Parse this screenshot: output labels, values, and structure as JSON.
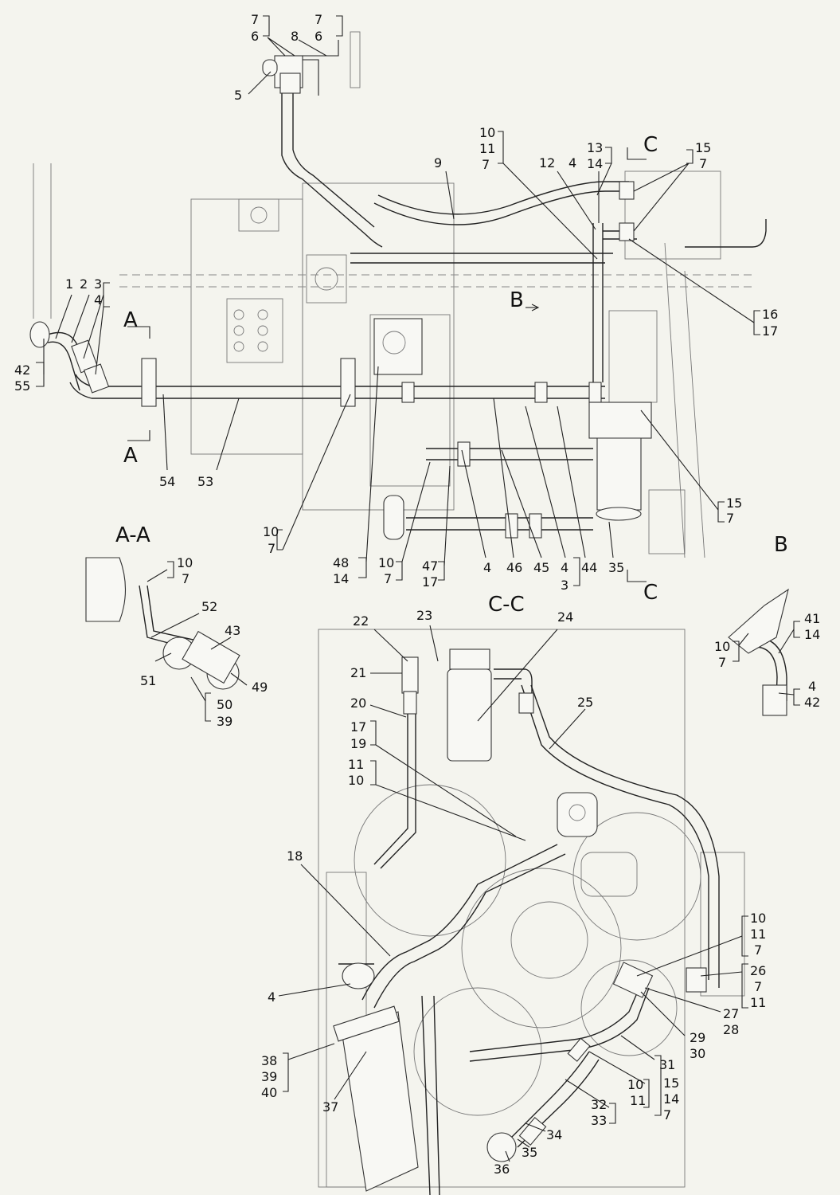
{
  "section_labels": {
    "aa_marker_top": "A",
    "aa_marker_bottom": "A",
    "aa_view": "A-A",
    "b_arrow": "B",
    "b_view": "B",
    "cc_marker_top": "C",
    "cc_marker_bottom": "C",
    "cc_view": "C-C"
  },
  "callouts": {
    "top_left_7": "7",
    "top_left_6": "6",
    "top_right_7": "7",
    "top_right_6": "6",
    "p8": "8",
    "p5": "5",
    "p9": "9",
    "top_stack_10": "10",
    "top_stack_11": "11",
    "top_stack_7": "7",
    "p12": "12",
    "p4_top": "4",
    "p13": "13",
    "p14_top": "14",
    "p15_top": "15",
    "p7_top": "7",
    "p16": "16",
    "p17_right": "17",
    "p1": "1",
    "p2": "2",
    "p3_left": "3",
    "p4_left": "4",
    "p42_left": "42",
    "p55": "55",
    "p54": "54",
    "p53": "53",
    "p15_mid": "15",
    "p7_mid": "7",
    "mid_10_a": "10",
    "mid_7_a": "7",
    "p48": "48",
    "p14_mid": "14",
    "mid_10_b": "10",
    "mid_7_b": "7",
    "p47": "47",
    "p17_mid": "17",
    "p4_mid_a": "4",
    "p46": "46",
    "p45": "45",
    "p4_mid_b": "4",
    "p3_mid": "3",
    "p44": "44",
    "p35_mid": "35",
    "aa_10": "10",
    "aa_7": "7",
    "p52": "52",
    "p43": "43",
    "p51": "51",
    "p49": "49",
    "p50": "50",
    "p39_aa": "39",
    "b_10": "10",
    "b_7": "7",
    "p41": "41",
    "p14_b": "14",
    "p4_b": "4",
    "p42_b": "42",
    "p22": "22",
    "p23": "23",
    "p24": "24",
    "p21": "21",
    "p20": "20",
    "p25": "25",
    "p17_low": "17",
    "p19": "19",
    "p11_low": "11",
    "p10_low": "10",
    "p18": "18",
    "p4_low": "4",
    "r_10": "10",
    "r_11": "11",
    "r_7": "7",
    "p26": "26",
    "r2_7": "7",
    "r2_11": "11",
    "p27": "27",
    "p28": "28",
    "p29": "29",
    "p30": "30",
    "p38": "38",
    "p39_low": "39",
    "p40": "40",
    "p37": "37",
    "p31": "31",
    "p15_low": "15",
    "p14_low": "14",
    "p7_low": "7",
    "p10_bot": "10",
    "p11_bot": "11",
    "p32": "32",
    "p33": "33",
    "p34": "34",
    "p35_bot": "35",
    "p36": "36"
  }
}
